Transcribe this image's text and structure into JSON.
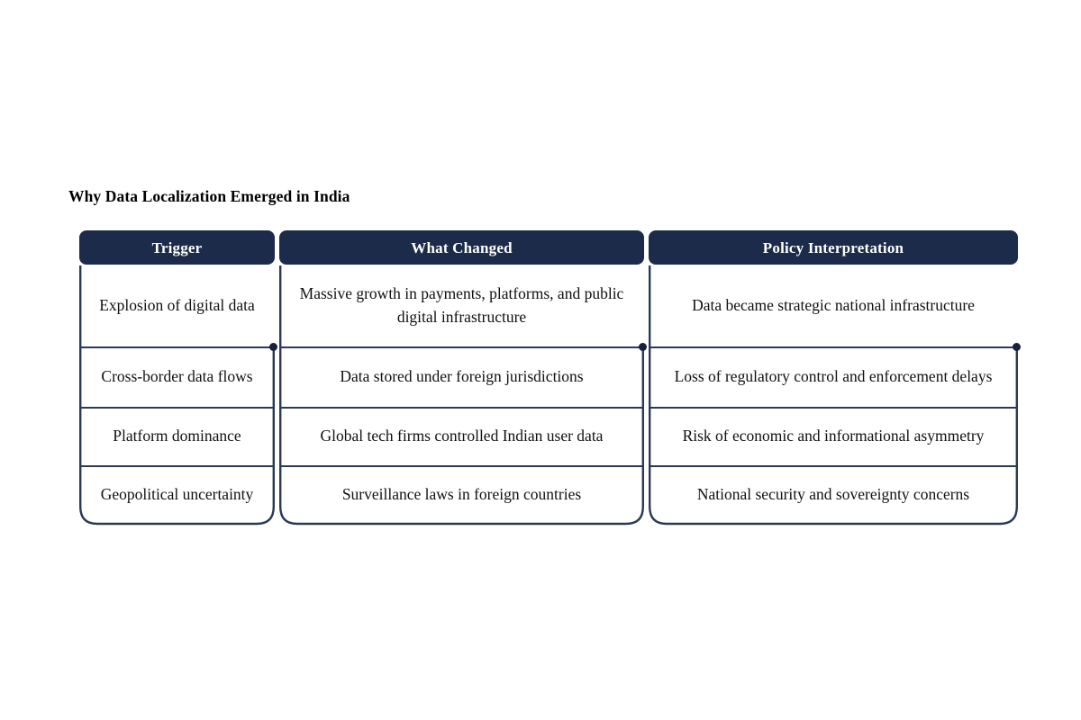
{
  "figure": {
    "title": "Why Data Localization Emerged in India",
    "background_color": "#ffffff",
    "header_color": "#1c2b4a",
    "header_text_color": "#ffffff",
    "border_color": "#2b3a54",
    "dot_color": "#17213a",
    "text_color": "#111111"
  },
  "chart_data": {
    "type": "table",
    "title": "Why Data Localization Emerged in India",
    "columns": [
      "Trigger",
      "What Changed",
      "Policy Interpretation"
    ],
    "rows": [
      [
        "Explosion of digital data",
        "Massive growth in payments, platforms, and public digital infrastructure",
        "Data became strategic national infrastructure"
      ],
      [
        "Cross-border data flows",
        "Data stored under foreign jurisdictions",
        "Loss of regulatory control and enforcement delays"
      ],
      [
        "Platform dominance",
        "Global tech firms controlled Indian user data",
        "Risk of economic and informational asymmetry"
      ],
      [
        "Geopolitical uncertainty",
        "Surveillance laws in foreign countries",
        "National security and sovereignty concerns"
      ]
    ],
    "legend": [],
    "grid": true,
    "annotations": [
      "Each column has a rounded rail with a dot marker at the end of the first row"
    ]
  },
  "columns": [
    {
      "header": "Trigger",
      "cells": [
        "Explosion of digital data",
        "Cross-border data flows",
        "Platform dominance",
        "Geopolitical uncertainty"
      ]
    },
    {
      "header": "What Changed",
      "cells": [
        "Massive growth in payments, platforms, and public digital infrastructure",
        "Data stored under foreign jurisdictions",
        "Global tech firms controlled Indian user data",
        "Surveillance laws in foreign countries"
      ]
    },
    {
      "header": "Policy Interpretation",
      "cells": [
        "Data became strategic national infrastructure",
        "Loss of regulatory control and enforcement delays",
        "Risk of economic and informational asymmetry",
        "National security and sovereignty concerns"
      ]
    }
  ]
}
